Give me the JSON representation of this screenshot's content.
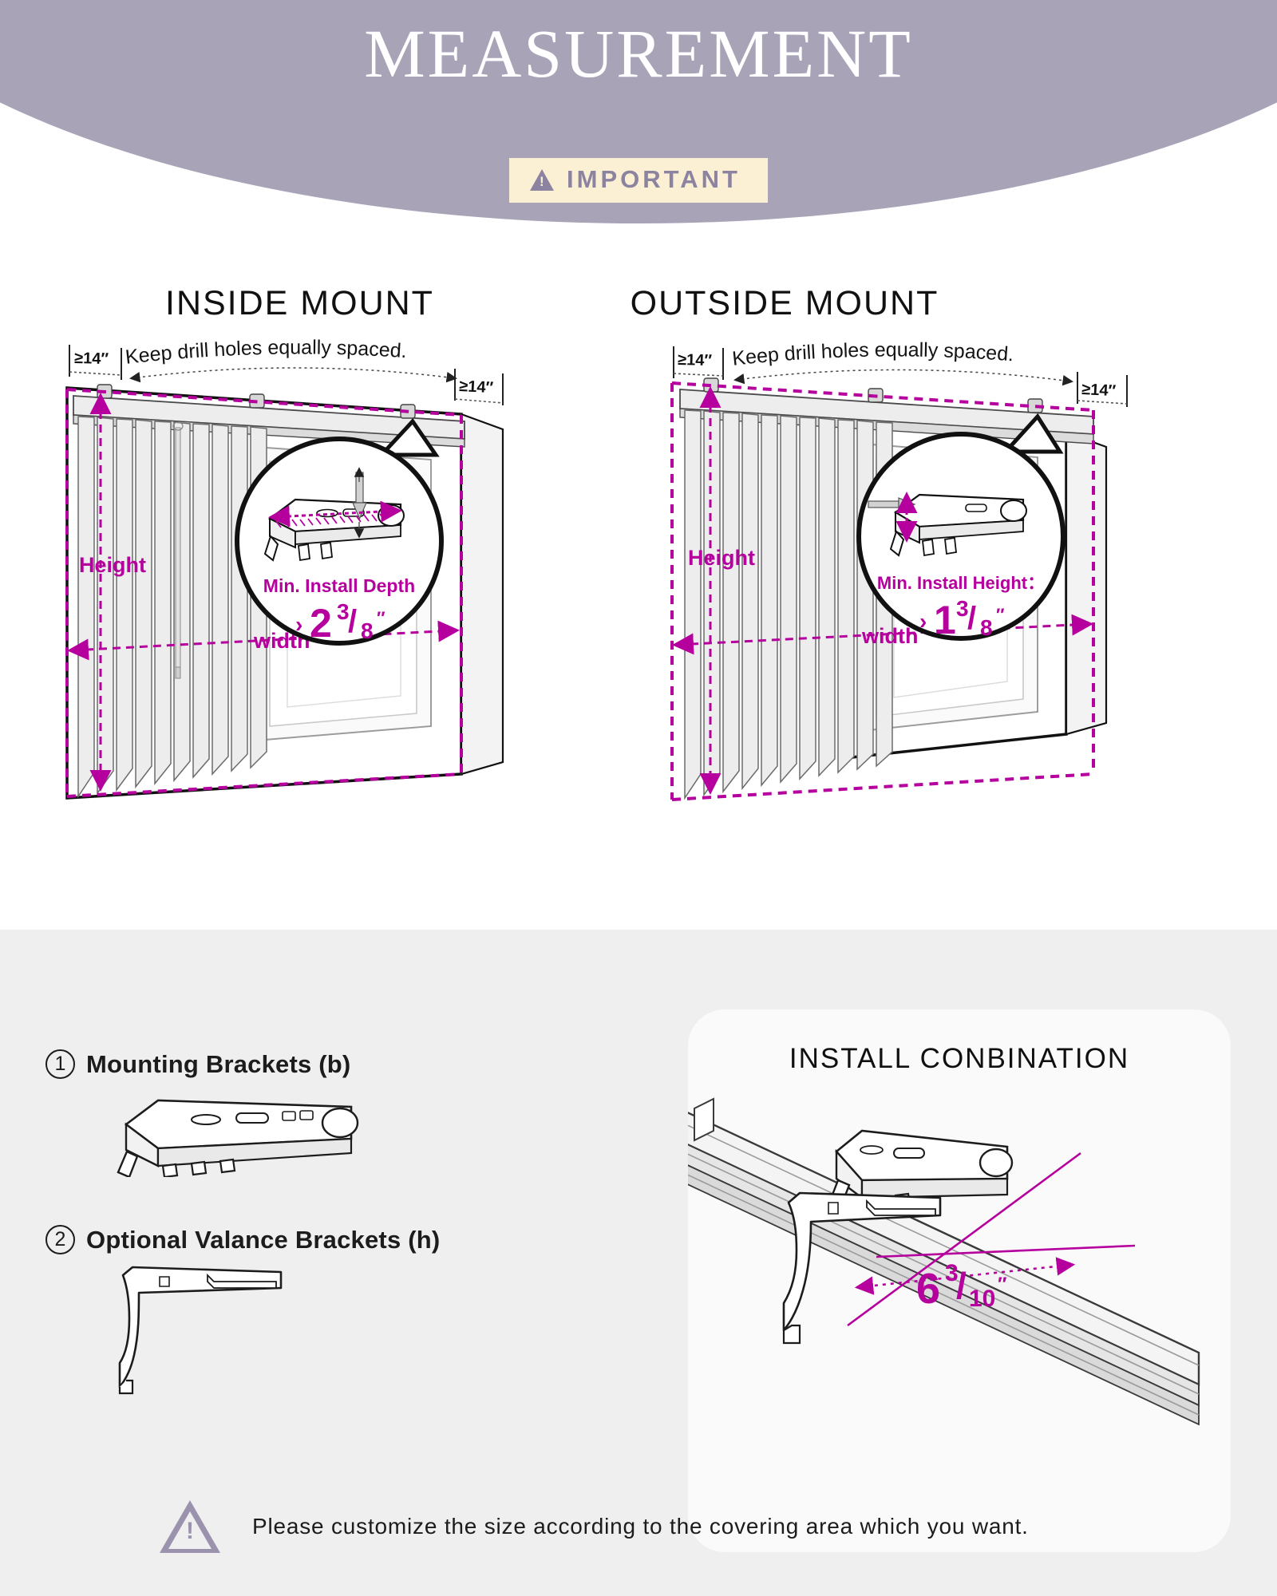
{
  "header": {
    "title": "MEASUREMENT",
    "badge_label": "IMPORTANT",
    "badge_icon": "warning-triangle-icon",
    "bg_color": "#a9a3b8",
    "badge_bg_color": "#fbf0d4",
    "badge_text_color": "#8c83a0"
  },
  "mounts": {
    "inside": {
      "heading": "INSIDE MOUNT",
      "edge_left_label": "≥14″",
      "edge_right_label": "≥14″",
      "spacing_note": "Keep drill holes equally spaced.",
      "height_label": "Height",
      "width_label": "width",
      "callout_title": "Min. Install Depth",
      "callout_value_prefix": "≥",
      "callout_whole": "2",
      "callout_numerator": "3",
      "callout_denominator": "8",
      "callout_unit": "″"
    },
    "outside": {
      "heading": "OUTSIDE MOUNT",
      "edge_left_label": "≥14″",
      "edge_right_label": "≥14″",
      "spacing_note": "Keep drill holes equally spaced.",
      "height_label": "Height",
      "width_label": "width",
      "callout_title": "Min. Install Height：",
      "callout_value_prefix": "≥",
      "callout_whole": "1",
      "callout_numerator": "3",
      "callout_denominator": "8",
      "callout_unit": "″"
    }
  },
  "parts": {
    "items": [
      {
        "number": "1",
        "label": "Mounting Brackets (b)"
      },
      {
        "number": "2",
        "label": "Optional Valance Brackets (h)"
      }
    ]
  },
  "install": {
    "title": "INSTALL CONBINATION",
    "measure_whole": "6",
    "measure_numerator": "3",
    "measure_denominator": "10",
    "measure_unit": "″"
  },
  "footer": {
    "icon": "warning-triangle-icon",
    "note": "Please customize the size according to the covering area which you want."
  },
  "colors": {
    "magenta": "#b5009e",
    "purple": "#a9a3b8",
    "gray_panel": "#efefef"
  }
}
